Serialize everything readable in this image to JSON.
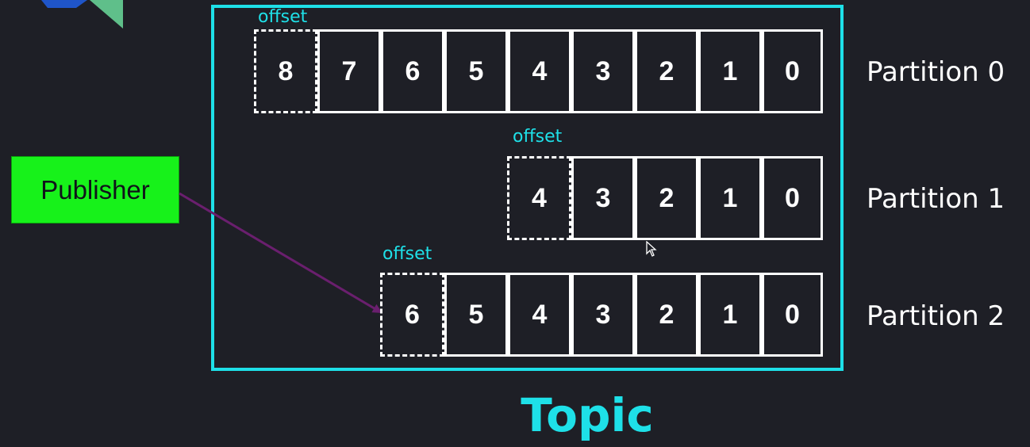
{
  "publisher": {
    "label": "Publisher"
  },
  "topic": {
    "label": "Topic"
  },
  "offset_label": "offset",
  "partitions": [
    {
      "label": "Partition 0",
      "messages": [
        "7",
        "6",
        "5",
        "4",
        "3",
        "2",
        "1",
        "0"
      ],
      "next_offset": "8"
    },
    {
      "label": "Partition 1",
      "messages": [
        "3",
        "2",
        "1",
        "0"
      ],
      "next_offset": "4"
    },
    {
      "label": "Partition 2",
      "messages": [
        "5",
        "4",
        "3",
        "2",
        "1",
        "0"
      ],
      "next_offset": "6"
    }
  ],
  "colors": {
    "background": "#1e1f26",
    "topic_accent": "#1ee0e8",
    "publisher_fill": "#17f21a",
    "arrow": "#6a1f6e",
    "cell_border": "#ffffff"
  }
}
